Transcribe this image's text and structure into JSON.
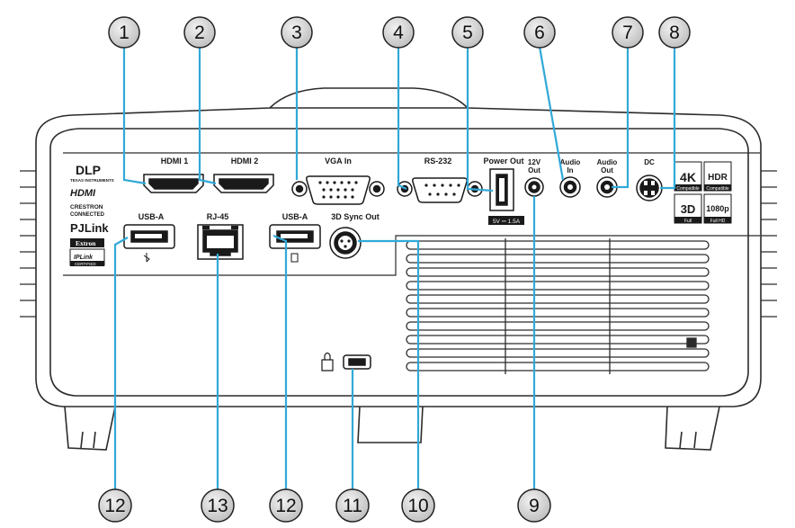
{
  "ports": {
    "hdmi1": "HDMI 1",
    "hdmi2": "HDMI 2",
    "vga_in": "VGA In",
    "rs232": "RS-232",
    "power_out": "Power Out",
    "power_rating": "5V ⎓ 1.5A",
    "v12_a": "12V",
    "v12_b": "Out",
    "audio_in_a": "Audio",
    "audio_in_b": "In",
    "audio_out_a": "Audio",
    "audio_out_b": "Out",
    "dc": "DC",
    "usb_a_1": "USB-A",
    "rj45": "RJ-45",
    "usb_a_2": "USB-A",
    "sync_out": "3D Sync Out"
  },
  "logos": {
    "dlp": "DLP",
    "ti": "TEXAS INSTRUMENTS",
    "hdmi": "HDMI",
    "crestron_a": "CRESTRON",
    "crestron_b": "CONNECTED",
    "pjlink": "PJLink",
    "extron": "Extron",
    "iplink": "IPLink",
    "certified": "CERTIFIED"
  },
  "badges": {
    "k4": "4K",
    "k4_sub": "Compatible",
    "hdr": "HDR",
    "hdr_sub": "Compatible",
    "d3": "3D",
    "d3_sub": "Full",
    "p1080": "1080p",
    "p1080_sub": "Full HD"
  },
  "callouts": {
    "c1": "1",
    "c2": "2",
    "c3": "3",
    "c4": "4",
    "c5": "5",
    "c6": "6",
    "c7": "7",
    "c8": "8",
    "c9": "9",
    "c10": "10",
    "c11": "11",
    "c12a": "12",
    "c13": "13",
    "c12b": "12"
  },
  "colors": {
    "leader": "#31a9d8",
    "callout_fill": "#d6d6d6",
    "body_stroke": "#2b2b2b"
  }
}
